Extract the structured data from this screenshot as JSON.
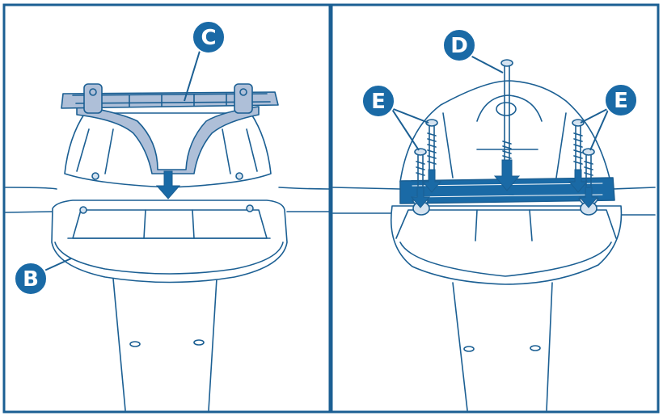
{
  "labels": {
    "b": "B",
    "c": "C",
    "d": "D",
    "e_left": "E",
    "e_right": "E"
  },
  "colors": {
    "line": "#1b5f93",
    "badge": "#1a6aa6",
    "part_highlight": "#aebfd8"
  }
}
